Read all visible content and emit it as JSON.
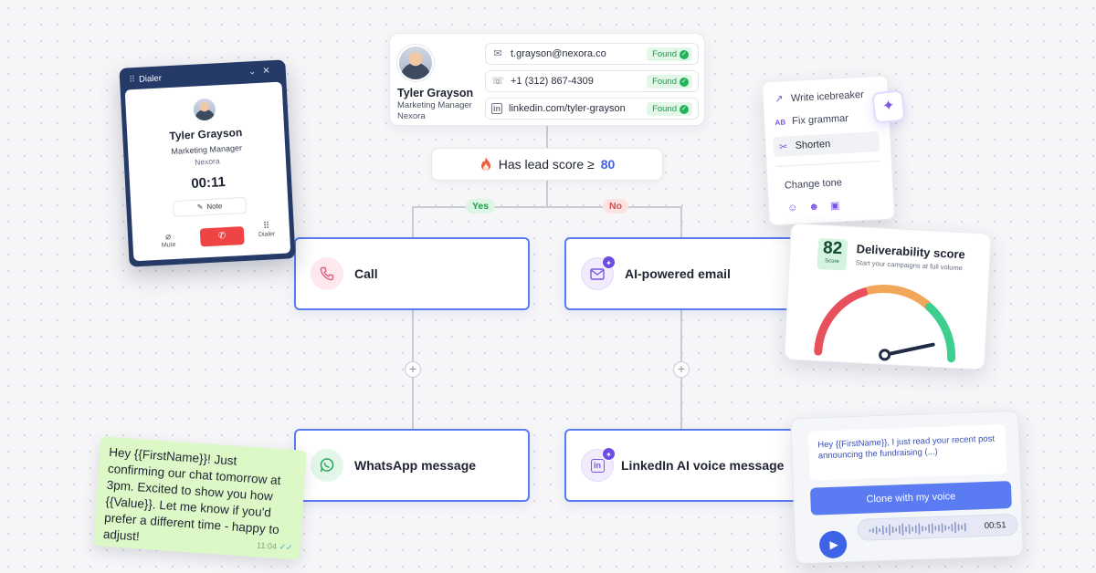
{
  "contact": {
    "name": "Tyler Grayson",
    "role": "Marketing Manager",
    "company": "Nexora",
    "fields": [
      {
        "icon": "mail-icon",
        "value": "t.grayson@nexora.co",
        "status": "Found"
      },
      {
        "icon": "phone-icon",
        "value": "+1 (312) 867-4309",
        "status": "Found"
      },
      {
        "icon": "linkedin-icon",
        "value": "linkedin.com/tyler-grayson",
        "status": "Found"
      }
    ]
  },
  "condition": {
    "label": "Has lead score ≥",
    "value": "80",
    "icon": "flame-icon"
  },
  "branches": {
    "yes": "Yes",
    "no": "No"
  },
  "steps": {
    "call": "Call",
    "ai_email": "AI-powered email",
    "whatsapp": "WhatsApp message",
    "linkedin_voice": "LinkedIn AI voice message"
  },
  "add_step_symbol": "+",
  "dialer": {
    "title": "Dialer",
    "name": "Tyler Grayson",
    "role": "Marketing Manager",
    "company": "Nexora",
    "timer": "00:11",
    "note": "Note",
    "mute": "Mute",
    "dialer_label": "Dialer"
  },
  "ai_menu": {
    "items": [
      "Write icebreaker",
      "Fix grammar",
      "Shorten"
    ],
    "change_tone": "Change tone",
    "active_item": "Shorten"
  },
  "deliverability": {
    "score": "82",
    "score_label": "Score",
    "title": "Deliverability score",
    "subtitle": "Start your campaigns at full volume",
    "gauge_level": 0.82,
    "colors": {
      "low": "#e8505b",
      "mid": "#f2a65a",
      "high": "#3ecf8e",
      "needle": "#1f2a44"
    }
  },
  "voice": {
    "quote": "Hey {{FirstName}}, I just read your recent post announcing the fundraising (...)",
    "button": "Clone with my voice",
    "duration": "00:51"
  },
  "whatsapp_bubble": {
    "text": "Hey {{FirstName}}! Just confirming our chat tomorrow at 3pm. Excited to show you how {{Value}}. Let me know if you'd prefer a different time - happy to adjust!",
    "time": "11:04"
  },
  "colors": {
    "accent": "#5a7bf2",
    "brand_purple": "#6c4ce4",
    "success": "#22b35a"
  }
}
